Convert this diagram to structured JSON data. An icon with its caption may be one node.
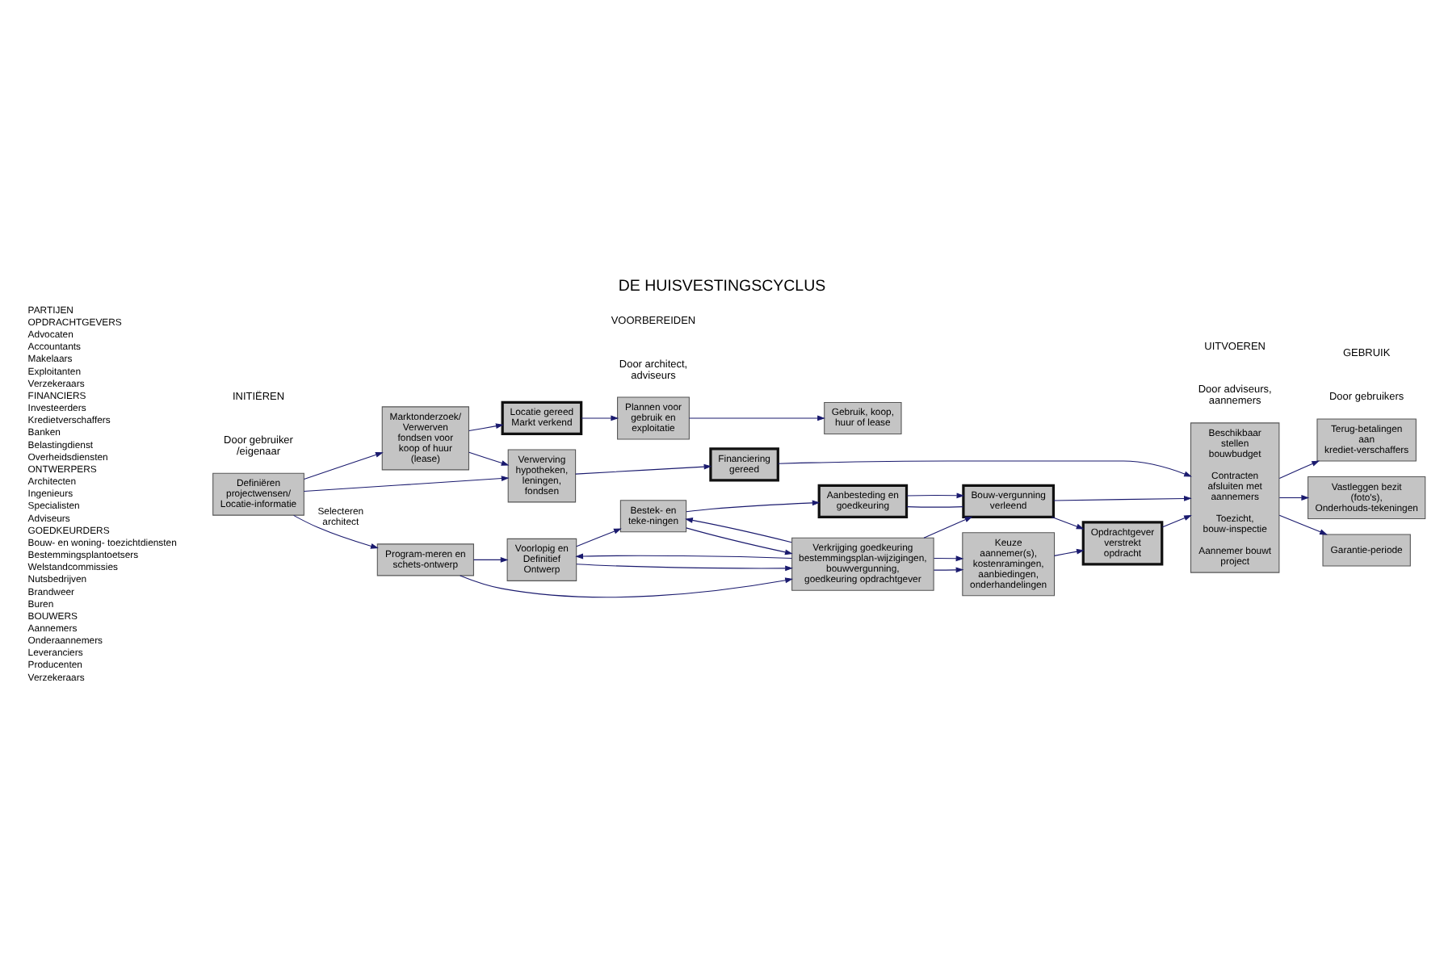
{
  "diagram": {
    "title": "DE HUISVESTINGSCYCLUS",
    "nodes": [
      {
        "text": [
          "Definiëren projectwensen/ Locatie-informatie"
        ]
      },
      {
        "text": [
          "Marktonderzoek/ Verwerven fondsen voor koop of huur (lease)"
        ]
      },
      {
        "text": [
          "Locatie gereed Markt verkend"
        ]
      },
      {
        "text": [
          "Plannen voor gebruik en exploitatie"
        ]
      },
      {
        "text": [
          "Gebruik, koop, huur of lease"
        ]
      },
      {
        "text": [
          "Verwerving hypotheken, leningen, fondsen"
        ]
      },
      {
        "text": [
          "Financiering gereed"
        ]
      },
      {
        "text": [
          "Beschikbaar stellen bouwbudget",
          "Contracten afsluiten met aannemers",
          "Toezicht, bouw-inspectie",
          "Aannemer bouwt project"
        ]
      },
      {
        "text": [
          "Terug-betalingen aan krediet-verschaffers"
        ]
      },
      {
        "text": [
          "Program-meren en schets-ontwerp"
        ]
      },
      {
        "text": [
          "Voorlopig en Definitief Ontwerp"
        ]
      },
      {
        "text": [
          "Bestek- en teke-ningen"
        ]
      },
      {
        "text": [
          "Aanbesteding en goedkeuring"
        ]
      },
      {
        "text": [
          "Vastleggen bezit (foto's), Onderhouds-tekeningen"
        ]
      },
      {
        "text": [
          "Verkrijging goedkeuring bestemmingsplan-wijzigingen, bouwvergunning, goedkeuring opdrachtgever"
        ]
      },
      {
        "text": [
          "Bouw-vergunning verleend"
        ]
      },
      {
        "text": [
          "Keuze aannemer(s), kostenramingen, aanbiedingen, onderhandelingen"
        ]
      },
      {
        "text": [
          "Opdrachtgever verstrekt opdracht"
        ]
      },
      {
        "text": [
          "Garantie-periode"
        ]
      }
    ],
    "edges": [
      {
        "from": 0,
        "to": 1,
        "arrow": "to"
      },
      {
        "from": 1,
        "to": 2,
        "arrow": "to"
      },
      {
        "from": 2,
        "to": 3,
        "arrow": "to"
      },
      {
        "from": 3,
        "to": 4,
        "arrow": "to"
      },
      {
        "from": 0,
        "to": 5,
        "arrow": "to"
      },
      {
        "from": 1,
        "to": 5,
        "arrow": "to"
      },
      {
        "from": 5,
        "to": 6,
        "arrow": "to"
      },
      {
        "from": 6,
        "to": 7,
        "arrow": "to"
      },
      {
        "from": 7,
        "to": 8,
        "arrow": "to"
      },
      {
        "from": 0,
        "to": 9,
        "arrow": "to",
        "label": "Selecteren architect"
      },
      {
        "from": 9,
        "to": 10,
        "arrow": "to"
      },
      {
        "from": 10,
        "to": 11,
        "arrow": "to"
      },
      {
        "from": 11,
        "to": 12,
        "arrow": "to"
      },
      {
        "from": 9,
        "to": 14,
        "arrow": "to"
      },
      {
        "from": 14,
        "to": 10,
        "arrow": "to"
      },
      {
        "from": 10,
        "to": 14,
        "arrow": "to"
      },
      {
        "from": 14,
        "to": 11,
        "arrow": "to"
      },
      {
        "from": 11,
        "to": 14,
        "arrow": "to"
      },
      {
        "from": 12,
        "to": 15,
        "arrow": "none"
      },
      {
        "from": 12,
        "to": 15,
        "arrow": "to"
      },
      {
        "from": 15,
        "to": 17,
        "arrow": "to"
      },
      {
        "from": 14,
        "to": 15,
        "arrow": "to"
      },
      {
        "from": 14,
        "to": 16,
        "arrow": "to"
      },
      {
        "from": 14,
        "to": 16,
        "arrow": "to"
      },
      {
        "from": 16,
        "to": 17,
        "arrow": "to"
      },
      {
        "from": 15,
        "to": 7,
        "arrow": "to"
      },
      {
        "from": 17,
        "to": 7,
        "arrow": "to"
      },
      {
        "from": 7,
        "to": 13,
        "arrow": "to"
      },
      {
        "from": 7,
        "to": 18,
        "arrow": "to"
      }
    ],
    "labels": [
      "PARTIJEN",
      "OPDRACHTGEVERS",
      "Advocaten",
      "Accountants",
      "Makelaars",
      "Exploitanten",
      "Verzekeraars",
      "FINANCIERS",
      "Investeerders",
      "Kredietverschaffers",
      "Banken",
      "Belastingdienst",
      "Overheidsdiensten",
      "ONTWERPERS",
      "Architecten",
      "Ingenieurs",
      "Specialisten",
      "Adviseurs",
      "GOEDKEURDERS",
      "Bouw- en woning- toezichtdiensten",
      "Bestemmingsplantoetsers",
      "Welstandcommissies",
      "Nutsbedrijven",
      "Brandweer",
      "Buren",
      "BOUWERS",
      "Aannemers",
      "Onderaannemers",
      "Leveranciers",
      "Producenten",
      "Verzekeraars",
      "INITIËREN",
      "Door gebruiker /eigenaar",
      "VOORBEREIDEN",
      "Door architect, adviseurs",
      "UITVOEREN",
      "Door adviseurs, aannemers",
      "GEBRUIK",
      "Door gebruikers"
    ]
  }
}
